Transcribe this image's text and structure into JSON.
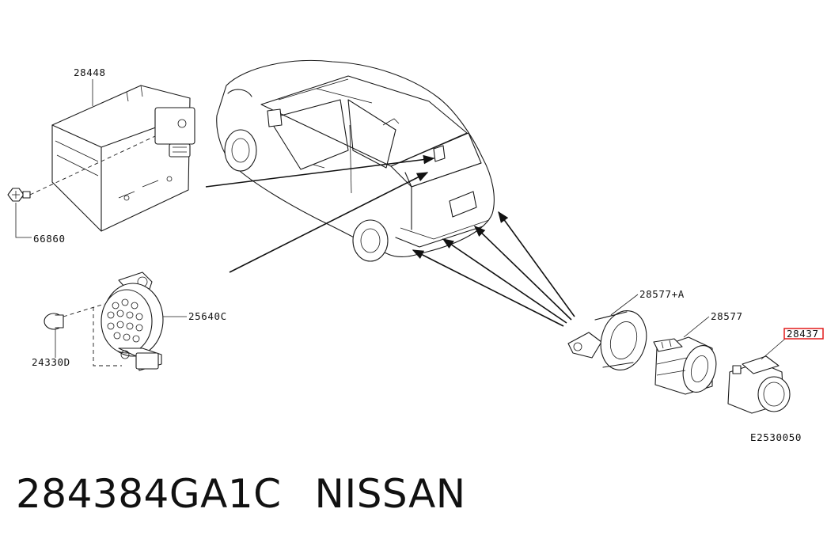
{
  "diagram": {
    "part_labels": {
      "module": "28448",
      "screw": "66860",
      "buzzer": "25640C",
      "clip": "24330D",
      "bracket_a": "28577+A",
      "bracket": "28577",
      "sensor": "28437"
    },
    "figure_code": "E2530050",
    "highlight_color": "#e21b1b"
  },
  "caption": {
    "part_number": "284384GA1C",
    "brand": "NISSAN"
  }
}
